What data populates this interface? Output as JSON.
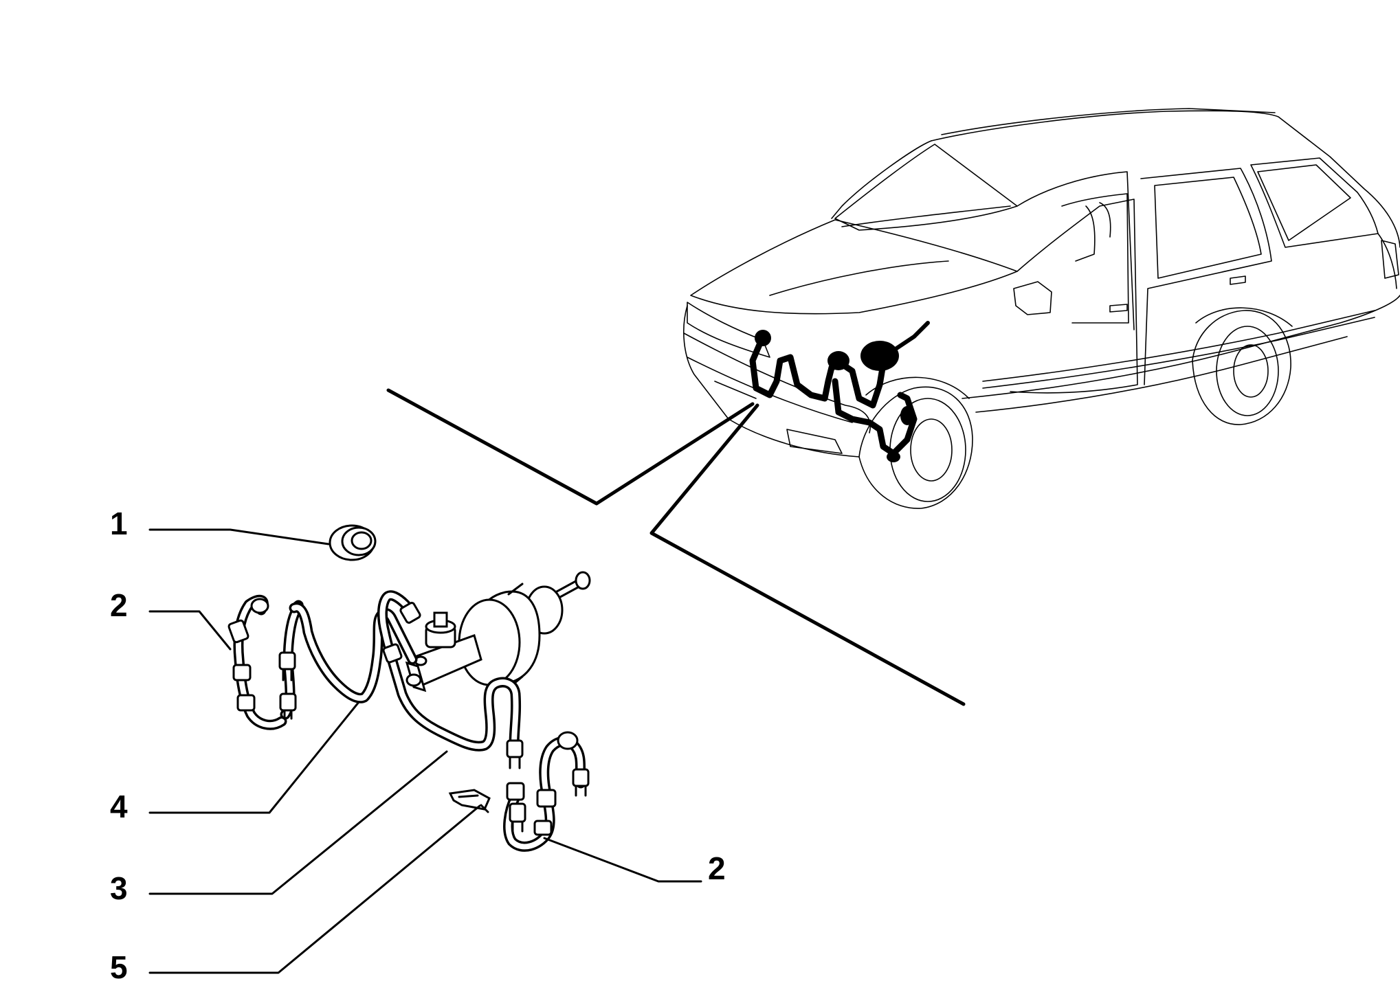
{
  "diagram": {
    "callouts": [
      {
        "id": "c1",
        "label": "1"
      },
      {
        "id": "c2a",
        "label": "2"
      },
      {
        "id": "c4",
        "label": "4"
      },
      {
        "id": "c3",
        "label": "3"
      },
      {
        "id": "c5",
        "label": "5"
      },
      {
        "id": "c2b",
        "label": "2"
      }
    ]
  }
}
